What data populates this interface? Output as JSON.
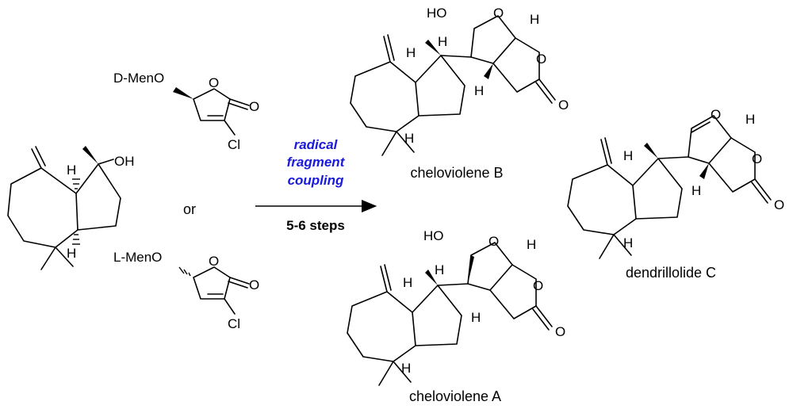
{
  "colors": {
    "ink": "#000000",
    "accent": "#1a1adc",
    "background": "#ffffff"
  },
  "reaction": {
    "conditions_top": [
      "radical",
      "fragment",
      "coupling"
    ],
    "conditions_bottom": "5-6 steps",
    "connector": "or"
  },
  "reagents": {
    "d_menthyl": {
      "substituent": "D-MenO",
      "leaving": "Cl",
      "ring_o": "O",
      "carbonyl_o": "O"
    },
    "l_menthyl": {
      "substituent": "L-MenO",
      "leaving": "Cl",
      "ring_o": "O",
      "carbonyl_o": "O"
    }
  },
  "start_material": {
    "hydroxyl": "OH",
    "h_top": "H",
    "h_bottom": "H"
  },
  "products": {
    "cheloviolene_b": {
      "name": "cheloviolene B",
      "hydroxyl": "HO",
      "ring_o1": "O",
      "ring_o2": "O",
      "carbonyl_o": "O",
      "h": "H"
    },
    "cheloviolene_a": {
      "name": "cheloviolene A",
      "hydroxyl": "HO",
      "ring_o1": "O",
      "ring_o2": "O",
      "carbonyl_o": "O",
      "h": "H"
    },
    "dendrillolide_c": {
      "name": "dendrillolide C",
      "ring_o1": "O",
      "ring_o2": "O",
      "carbonyl_o": "O",
      "h": "H"
    }
  }
}
